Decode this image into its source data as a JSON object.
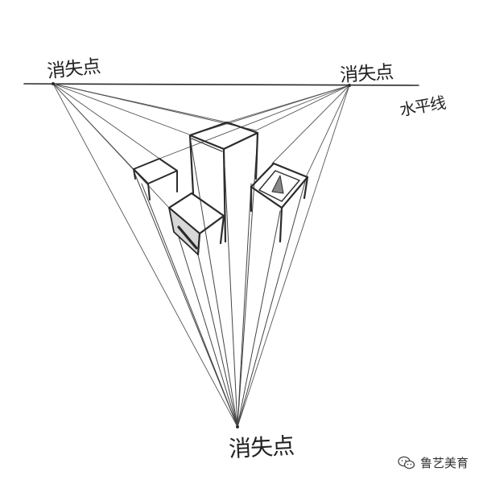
{
  "labels": {
    "vp_left": "消失点",
    "vp_right": "消失点",
    "horizon": "水平线",
    "vp_bottom": "消失点"
  },
  "watermark": {
    "text": "鲁艺美育",
    "icon": "wechat-icon"
  },
  "colors": {
    "pencil": "#2b2b2b",
    "pencil_light": "#555555",
    "paper": "#ffffff"
  }
}
